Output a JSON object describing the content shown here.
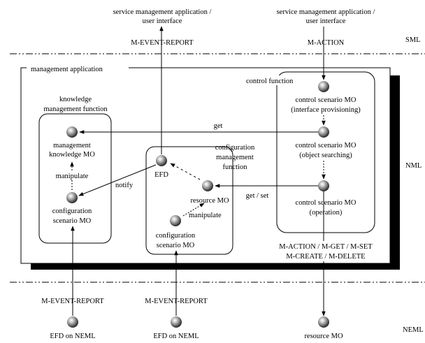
{
  "layers": {
    "sml": "SML",
    "nml": "NML",
    "neml": "NEML"
  },
  "top": {
    "left_app": [
      "service management application /",
      "user interface"
    ],
    "right_app": [
      "service management application /",
      "user interface"
    ],
    "event_report": "M-EVENT-REPORT",
    "action": "M-ACTION"
  },
  "management_application": {
    "title": "management application",
    "knowledge_function": {
      "title": [
        "knowledge",
        "management function"
      ],
      "knowledge_mo": [
        "management",
        "knowledge MO"
      ],
      "manipulate": "manipulate",
      "config_mo": [
        "configuration",
        "scenario MO"
      ]
    },
    "configuration_function": {
      "title": [
        "configuration",
        "management",
        "function"
      ],
      "efd": "EFD",
      "resource_mo": "resource MO",
      "manipulate": "manipulate",
      "config_mo": [
        "configuration",
        "scenario MO"
      ]
    },
    "control_function": {
      "title": "control function",
      "mo1": [
        "control scenario MO",
        "(interface provisioning)"
      ],
      "mo2": [
        "control scenario MO",
        "(object searching)"
      ],
      "mo3": [
        "control scenario MO",
        "(operation)"
      ]
    },
    "get": "get",
    "notify": "notify",
    "get_set": "get / set",
    "bottom_ops": [
      "M-ACTION / M-GET / M-SET",
      "M-CREATE / M-DELETE"
    ]
  },
  "bottom": {
    "left_report": "M-EVENT-REPORT",
    "mid_report": "M-EVENT-REPORT",
    "left_efd": "EFD on NEML",
    "mid_efd": "EFD on NEML",
    "resource_mo": "resource MO"
  }
}
